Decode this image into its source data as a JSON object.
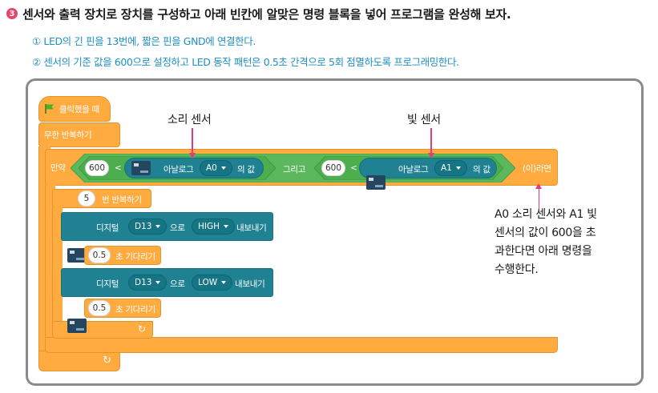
{
  "header": {
    "step_number": "3",
    "title": "센서와 출력 장치로 장치를 구성하고 아래 빈칸에 알맞은 명령 블록을 넣어 프로그램을 완성해 보자.",
    "instruction_1": "① LED의 긴 핀을 13번에, 짧은 핀을 GND에 연결한다.",
    "instruction_2": "② 센서의 기준 값을 600으로 설정하고 LED 동작 패턴은 0.5초 간격으로 5회 점멸하도록 프로그래밍한다."
  },
  "blocks": {
    "hat_label": "클릭했을 때",
    "forever_label": "무한 반복하기",
    "if_label": "만약",
    "then_label": "(이)라면",
    "and_label": "그리고",
    "cond1": {
      "value": "600",
      "op": "<",
      "analog_label": "아날로그",
      "pin": "A0",
      "suffix": "의 값"
    },
    "cond2": {
      "value": "600",
      "op": "<",
      "analog_label": "아날로그",
      "pin": "A1",
      "suffix": "의 값"
    },
    "repeat": {
      "count": "5",
      "label": "번 반복하기"
    },
    "digital1": {
      "label": "디지털",
      "pin": "D13",
      "mid": "으로",
      "level": "HIGH",
      "suffix": "내보내기"
    },
    "wait1": {
      "value": "0.5",
      "label": "초 기다리기"
    },
    "digital2": {
      "label": "디지털",
      "pin": "D13",
      "mid": "으로",
      "level": "LOW",
      "suffix": "내보내기"
    },
    "wait2": {
      "value": "0.5",
      "label": "초 기다리기"
    },
    "loop_arrow": "↻"
  },
  "annotations": {
    "sound_sensor": "소리 센서",
    "light_sensor": "빛 센서",
    "note_lines": [
      "A0 소리 센서와 A1 빛",
      "센서의 값이 600을 초",
      "과한다면 아래 명령을",
      "수행한다."
    ]
  },
  "colors": {
    "event": "#ffab40",
    "hardware": "#1f8191",
    "condition": "#5cb85c",
    "arrow": "#e13c7c",
    "instruction": "#1f8fc4"
  }
}
